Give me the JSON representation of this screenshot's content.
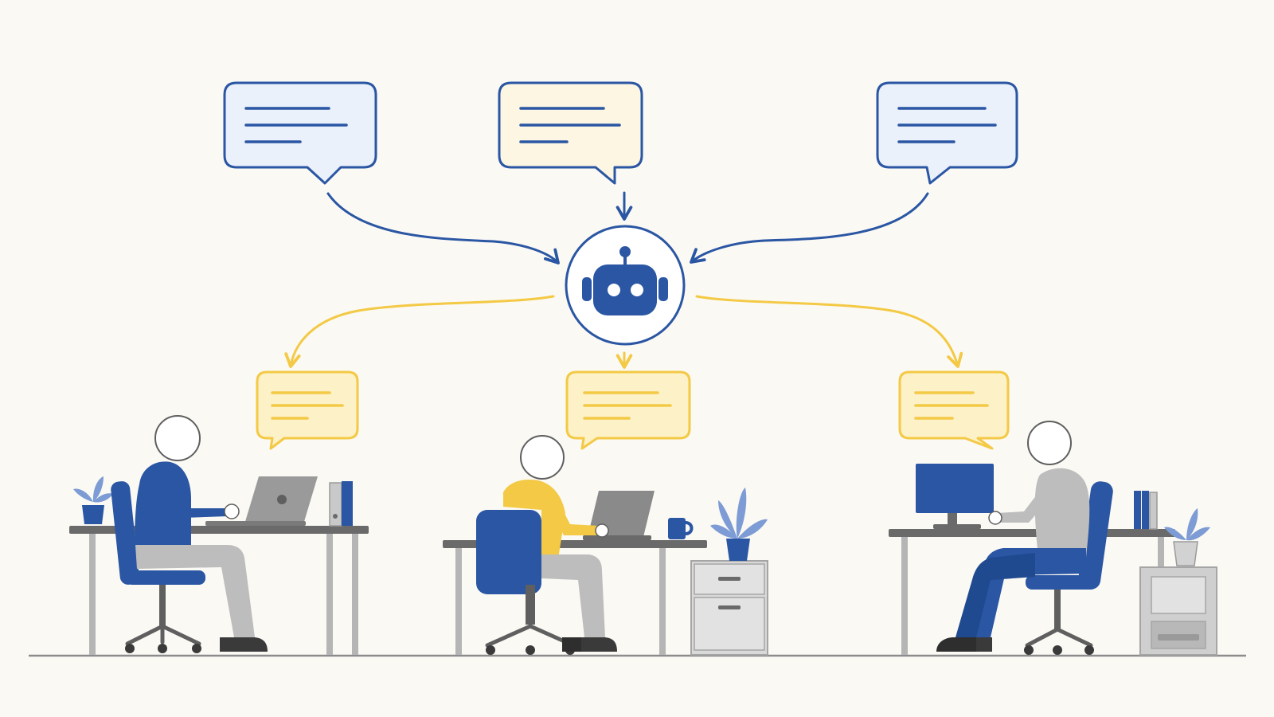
{
  "colors": {
    "background": "#fbf9f4",
    "blue": "#2a56a3",
    "blue_light_fill": "#eaf1fb",
    "cream_fill": "#fdf6e3",
    "yellow": "#f3c945",
    "yellow_fill": "#fdf1c8",
    "gray_dark": "#5f5f5f",
    "gray_mid": "#9a9a9a",
    "gray_light": "#c9c9c9",
    "floor": "#8c8c8c"
  },
  "icons": {
    "hub": "robot-icon",
    "incoming": "message-bubble-icon",
    "outgoing": "reply-bubble-icon"
  },
  "incoming_messages": [
    {
      "id": "left",
      "text_lines": 3
    },
    {
      "id": "center",
      "text_lines": 3
    },
    {
      "id": "right",
      "text_lines": 3
    }
  ],
  "outgoing_replies": [
    {
      "id": "left",
      "text_lines": 3
    },
    {
      "id": "center",
      "text_lines": 3
    },
    {
      "id": "right",
      "text_lines": 3
    }
  ],
  "workers": [
    {
      "id": "left",
      "shirt": "blue",
      "device": "laptop"
    },
    {
      "id": "center",
      "shirt": "yellow",
      "device": "laptop"
    },
    {
      "id": "right",
      "shirt": "gray",
      "device": "monitor"
    }
  ]
}
